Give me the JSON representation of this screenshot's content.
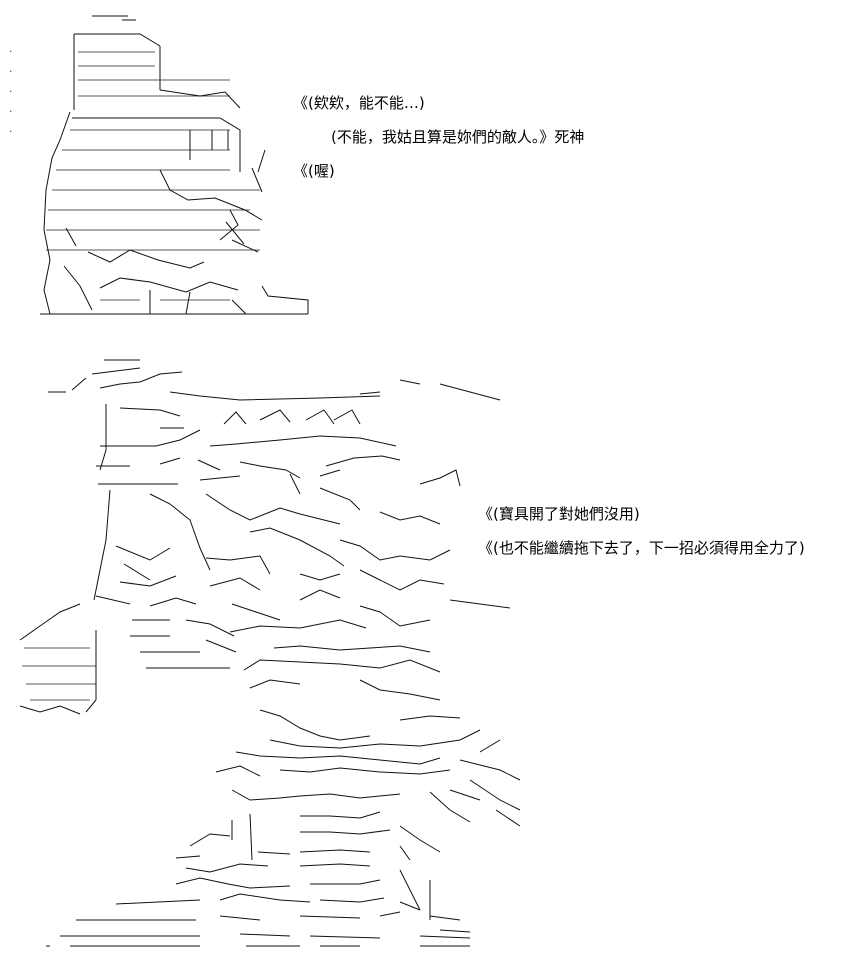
{
  "panel1": {
    "dialogue": [
      "《(欸欸，能不能…)",
      "(不能，我姑且算是妳們的敵人。》死神",
      "《(喔)"
    ]
  },
  "panel2": {
    "dialogue": [
      "《(寶具開了對她們沒用)",
      "《(也不能繼續拖下去了，下一招必須得用全力了)"
    ]
  }
}
